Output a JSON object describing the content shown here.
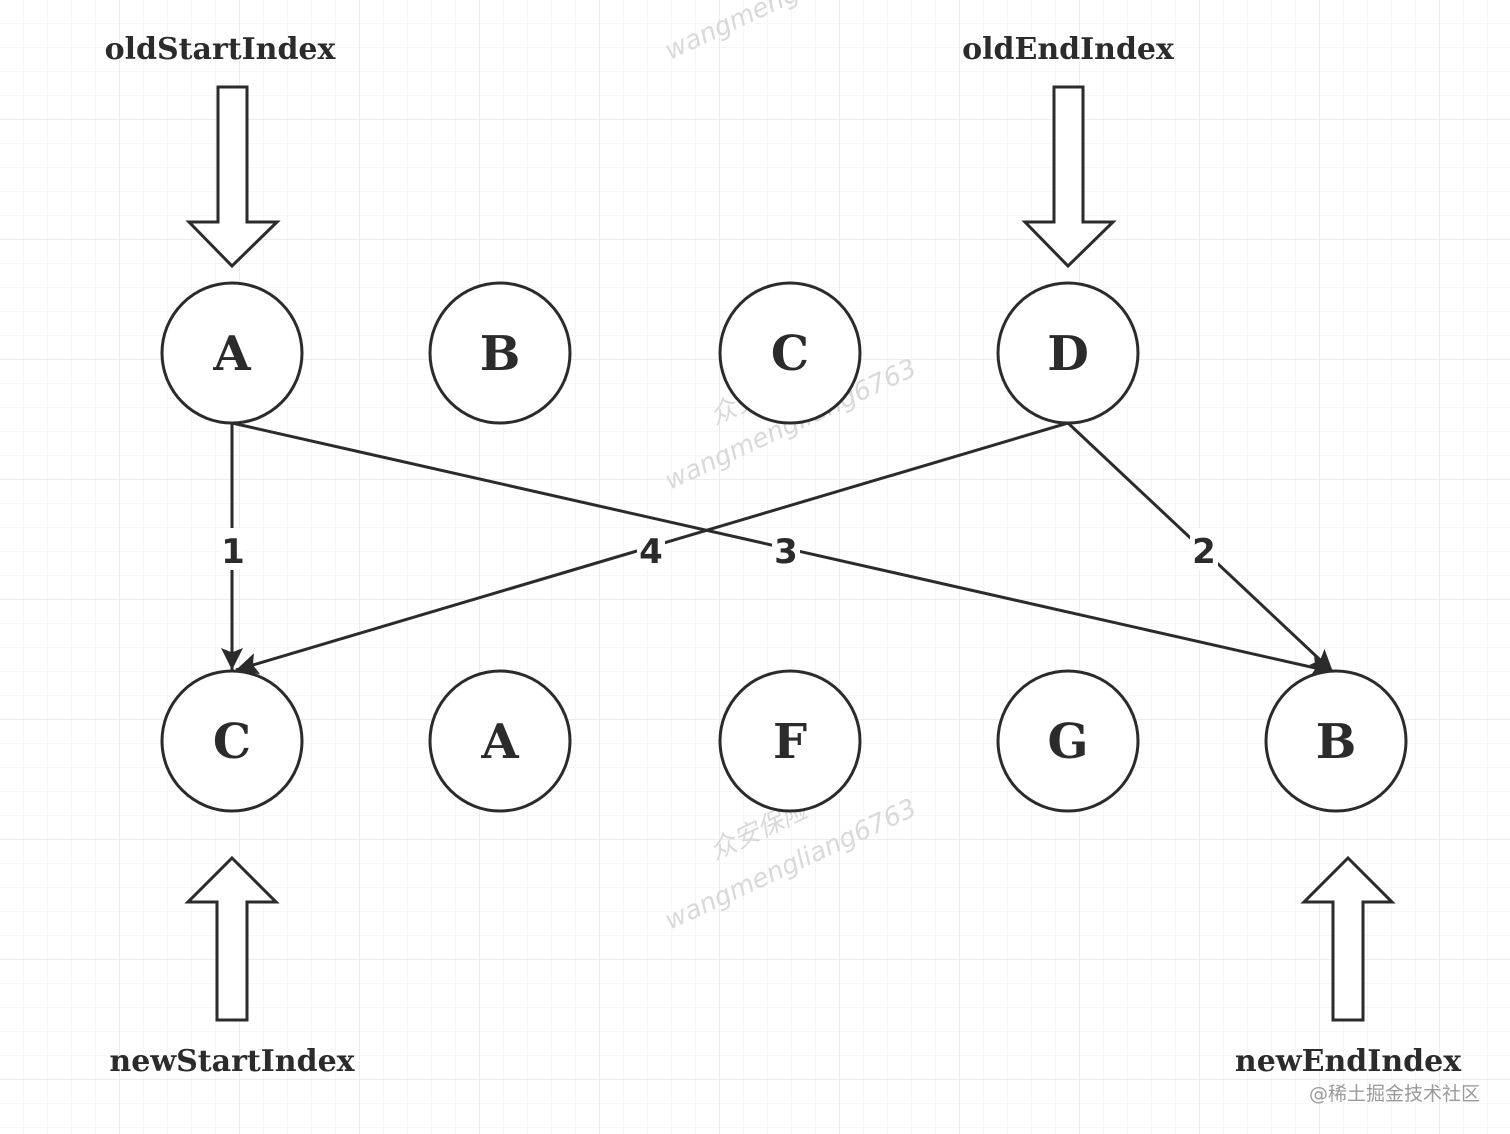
{
  "pointers": {
    "old_start": "oldStartIndex",
    "old_end": "oldEndIndex",
    "new_start": "newStartIndex",
    "new_end": "newEndIndex"
  },
  "old_nodes": [
    "A",
    "B",
    "C",
    "D"
  ],
  "new_nodes": [
    "C",
    "A",
    "F",
    "G",
    "B"
  ],
  "edges": [
    {
      "from": "old.0",
      "to": "new.0",
      "label": "1"
    },
    {
      "from": "old.3",
      "to": "new.4",
      "label": "2"
    },
    {
      "from": "old.0",
      "to": "new.4",
      "label": "3"
    },
    {
      "from": "old.3",
      "to": "new.0",
      "label": "4"
    }
  ],
  "watermark": "wangmengliang6763",
  "watermark_cn": "众安保险",
  "footer_credit": "@稀土掘金技术社区",
  "colors": {
    "stroke": "#2b2b2b",
    "grid": "#ececec",
    "watermark": "#d9d9d9",
    "credit": "#9a9a9a"
  }
}
